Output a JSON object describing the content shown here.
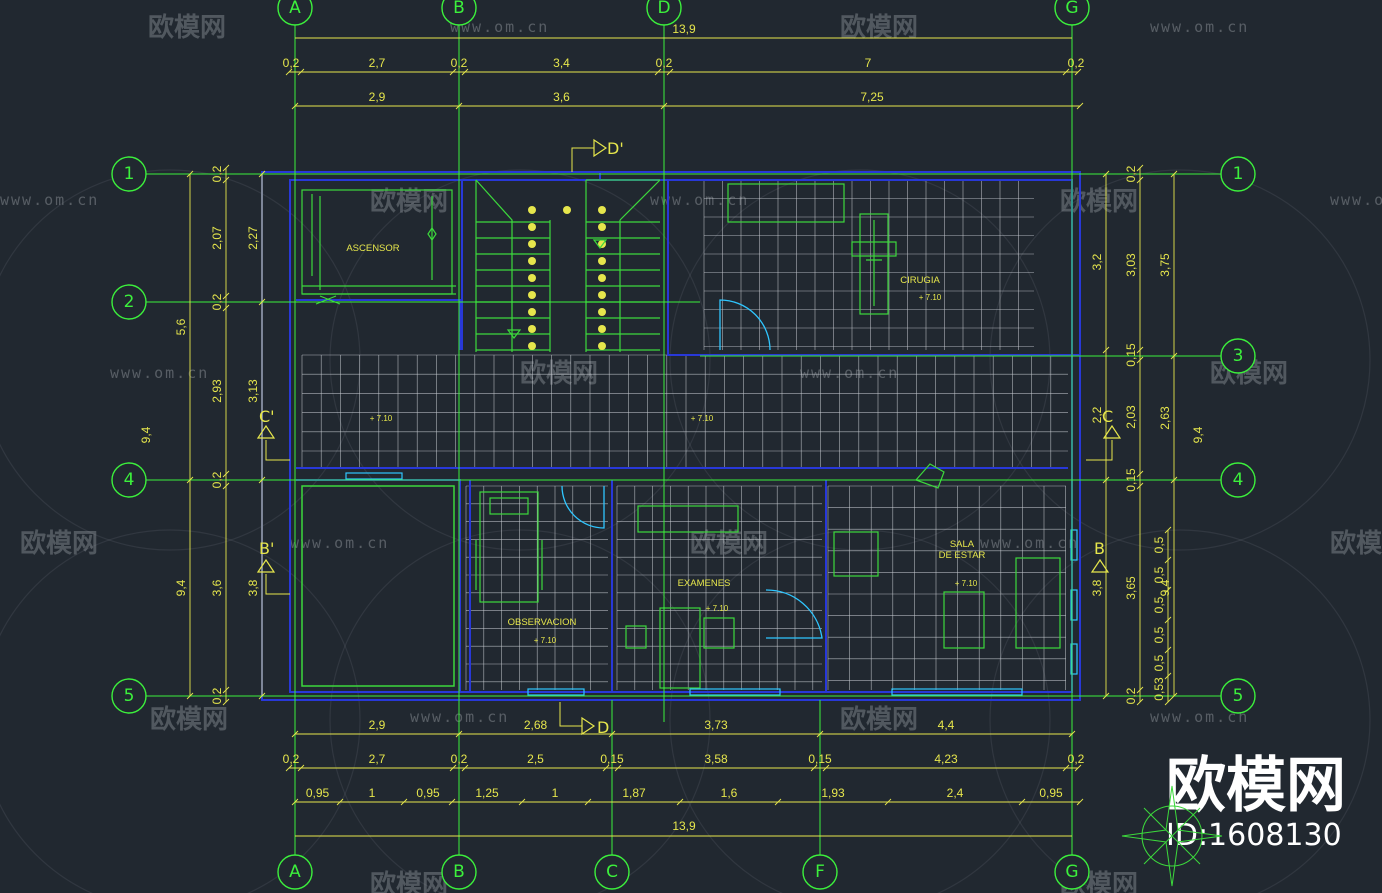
{
  "grid": {
    "top_columns": [
      "A",
      "B",
      "D",
      "G"
    ],
    "bottom_columns": [
      "A",
      "B",
      "C",
      "F",
      "G"
    ],
    "left_rows": [
      "1",
      "2",
      "4",
      "5"
    ],
    "right_rows": [
      "1",
      "3",
      "4",
      "5"
    ]
  },
  "dimensions": {
    "top_total": "13,9",
    "top_row1": [
      "0,2",
      "2,7",
      "0,2",
      "3,4",
      "0,2",
      "7",
      "0,2"
    ],
    "top_row2": [
      "2,9",
      "3,6",
      "7,25"
    ],
    "bottom_row1": [
      "2,9",
      "2,68",
      "3,73",
      "4,4"
    ],
    "bottom_row2": [
      "0,2",
      "2,7",
      "0,2",
      "2,5",
      "0,15",
      "3,58",
      "0,15",
      "4,23",
      "0,2"
    ],
    "bottom_row3": [
      "0,95",
      "1",
      "0,95",
      "1,25",
      "1",
      "1,87",
      "1,6",
      "1,93",
      "2,4",
      "0,95"
    ],
    "bottom_total": "13,9",
    "left_outer": [
      "5,6",
      "9,4",
      "3,8"
    ],
    "left_mid": [
      "0,2",
      "2,07",
      "0,2",
      "2,93",
      "0,2",
      "3,6",
      "0,2"
    ],
    "left_inner": [
      "2,27",
      "3,13",
      "3,8"
    ],
    "right_inner": [
      "3,2",
      "2,2",
      "3,8"
    ],
    "right_mid": [
      "0,2",
      "3,03",
      "0,15",
      "2,03",
      "0,15",
      "3,65",
      "0,2"
    ],
    "right_outer": [
      "3,75",
      "2,63",
      "9,4"
    ],
    "right_small": [
      "0,5",
      "0,5",
      "0,5",
      "0,5",
      "0,5",
      "0,53"
    ]
  },
  "rooms": {
    "ascensor": "ASCENSOR",
    "cirugia": "CIRUGIA",
    "examenes": "EXAMENES",
    "observacion": "OBSERVACION",
    "sala_line1": "SALA",
    "sala_line2": "DE ESTAR"
  },
  "levels": {
    "level": "+ 7.10"
  },
  "sections": {
    "d_top": "D'",
    "d_bottom": "D",
    "c_left": "C'",
    "c_right": "C",
    "b_left": "B'",
    "b_right": "B"
  },
  "watermark": {
    "brand": "欧模网",
    "url": "www.om.cn",
    "id": "ID:1608130"
  },
  "colors": {
    "background": "#212830",
    "grid_line": "#3cf03c",
    "dimension": "#e6e64c",
    "wall": "#2838d8",
    "tile": "#c8ccd2",
    "fixture": "#3cd83c",
    "door": "#2fc6ff"
  }
}
